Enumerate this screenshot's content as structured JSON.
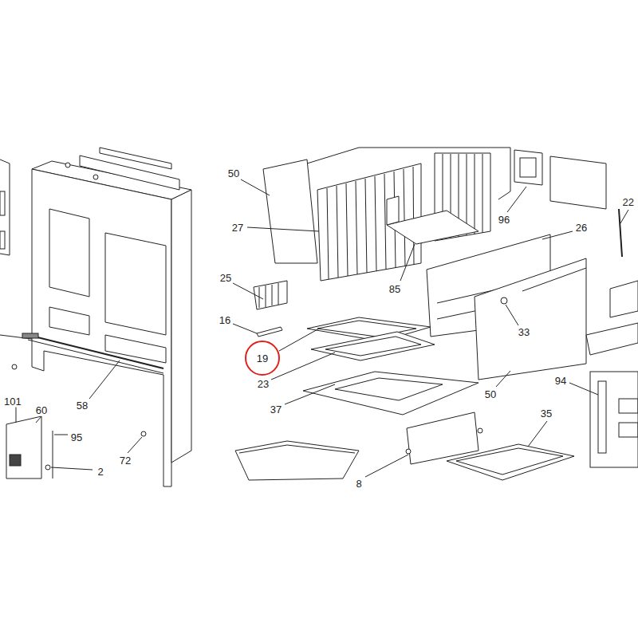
{
  "diagram": {
    "nodes": [
      {
        "text": [
          "19"
        ]
      }
    ],
    "labels": [
      "50",
      "27",
      "96",
      "22",
      "26",
      "85",
      "25",
      "33",
      "16",
      "23",
      "50",
      "94",
      "37",
      "35",
      "101",
      "60",
      "58",
      "95",
      "72",
      "2",
      "8"
    ]
  }
}
